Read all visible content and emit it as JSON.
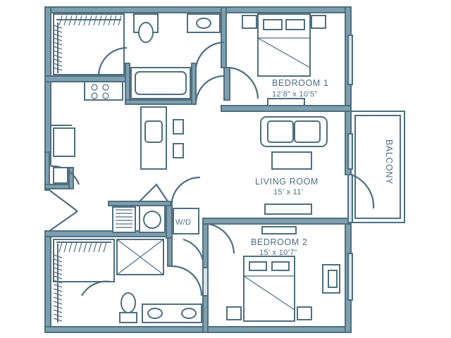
{
  "rooms": {
    "bedroom1": {
      "name": "BEDROOM 1",
      "size": "12’8” x 10’5”"
    },
    "living": {
      "name": "LIVING ROOM",
      "size": "15’ x 11’"
    },
    "bedroom2": {
      "name": "BEDROOM 2",
      "size": "15’ x 10’7”"
    },
    "balcony": {
      "name": "BALCONY"
    },
    "laundry": {
      "name": "W/D"
    }
  },
  "colors": {
    "wall_fill": "#7f9fae",
    "wall_line": "#4e6f80",
    "background": "#ffffff"
  }
}
